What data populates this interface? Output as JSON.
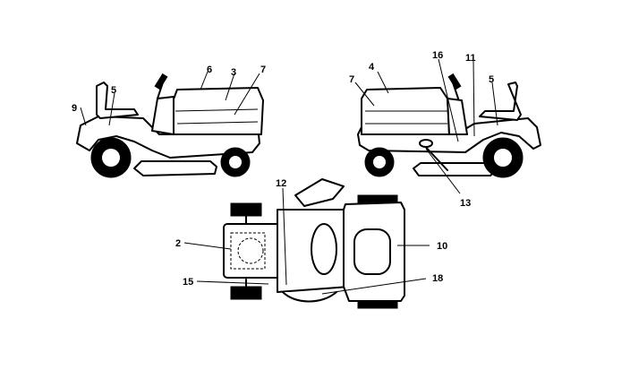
{
  "labels": {
    "left_view": {
      "l9": "9",
      "l5": "5",
      "l6": "6",
      "l3": "3",
      "l7": "7"
    },
    "right_view": {
      "l7": "7",
      "l4": "4",
      "l16": "16",
      "l11": "11",
      "l5": "5",
      "l13": "13"
    },
    "top_view": {
      "l12": "12",
      "l2": "2",
      "l15": "15",
      "l10": "10",
      "l18": "18"
    }
  }
}
